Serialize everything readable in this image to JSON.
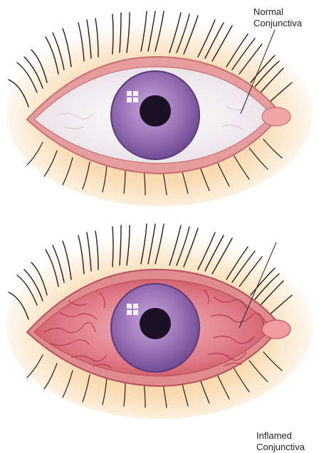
{
  "labels": {
    "normal": {
      "line1": "Normal",
      "line2": "Conjunctiva"
    },
    "inflamed": {
      "line1": "Inflamed",
      "line2": "Conjunctiva"
    }
  },
  "colors": {
    "glow": "#f7d9a8",
    "skin": "#f6c99a",
    "lid": "#d98a8a",
    "sclera_normal": "#f4f1f3",
    "sclera_inflamed": "#d9737f",
    "iris": "#9c74b8",
    "iris_dark": "#6f4a92",
    "pupil": "#1a1224",
    "lashes": "#2a1a12",
    "vessels": "#c2425a"
  },
  "icons": [
    "eye-illustration",
    "eyelash",
    "iris",
    "pupil",
    "catchlight",
    "caruncle",
    "pointer-line"
  ]
}
